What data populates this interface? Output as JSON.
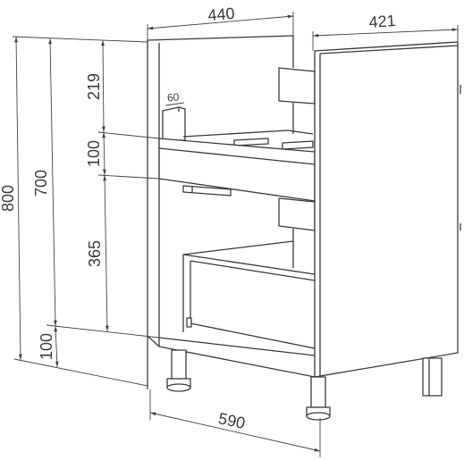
{
  "dimensions": {
    "top_width": "440",
    "side_depth": "421",
    "total_height": "800",
    "body_height": "700",
    "upper_section": "219",
    "rail_height": "100",
    "drawer_section": "365",
    "plinth_height": "100",
    "hinge_offset": "60",
    "bottom_width": "590"
  },
  "colors": {
    "line": "#3a3a3a",
    "background": "#ffffff"
  }
}
